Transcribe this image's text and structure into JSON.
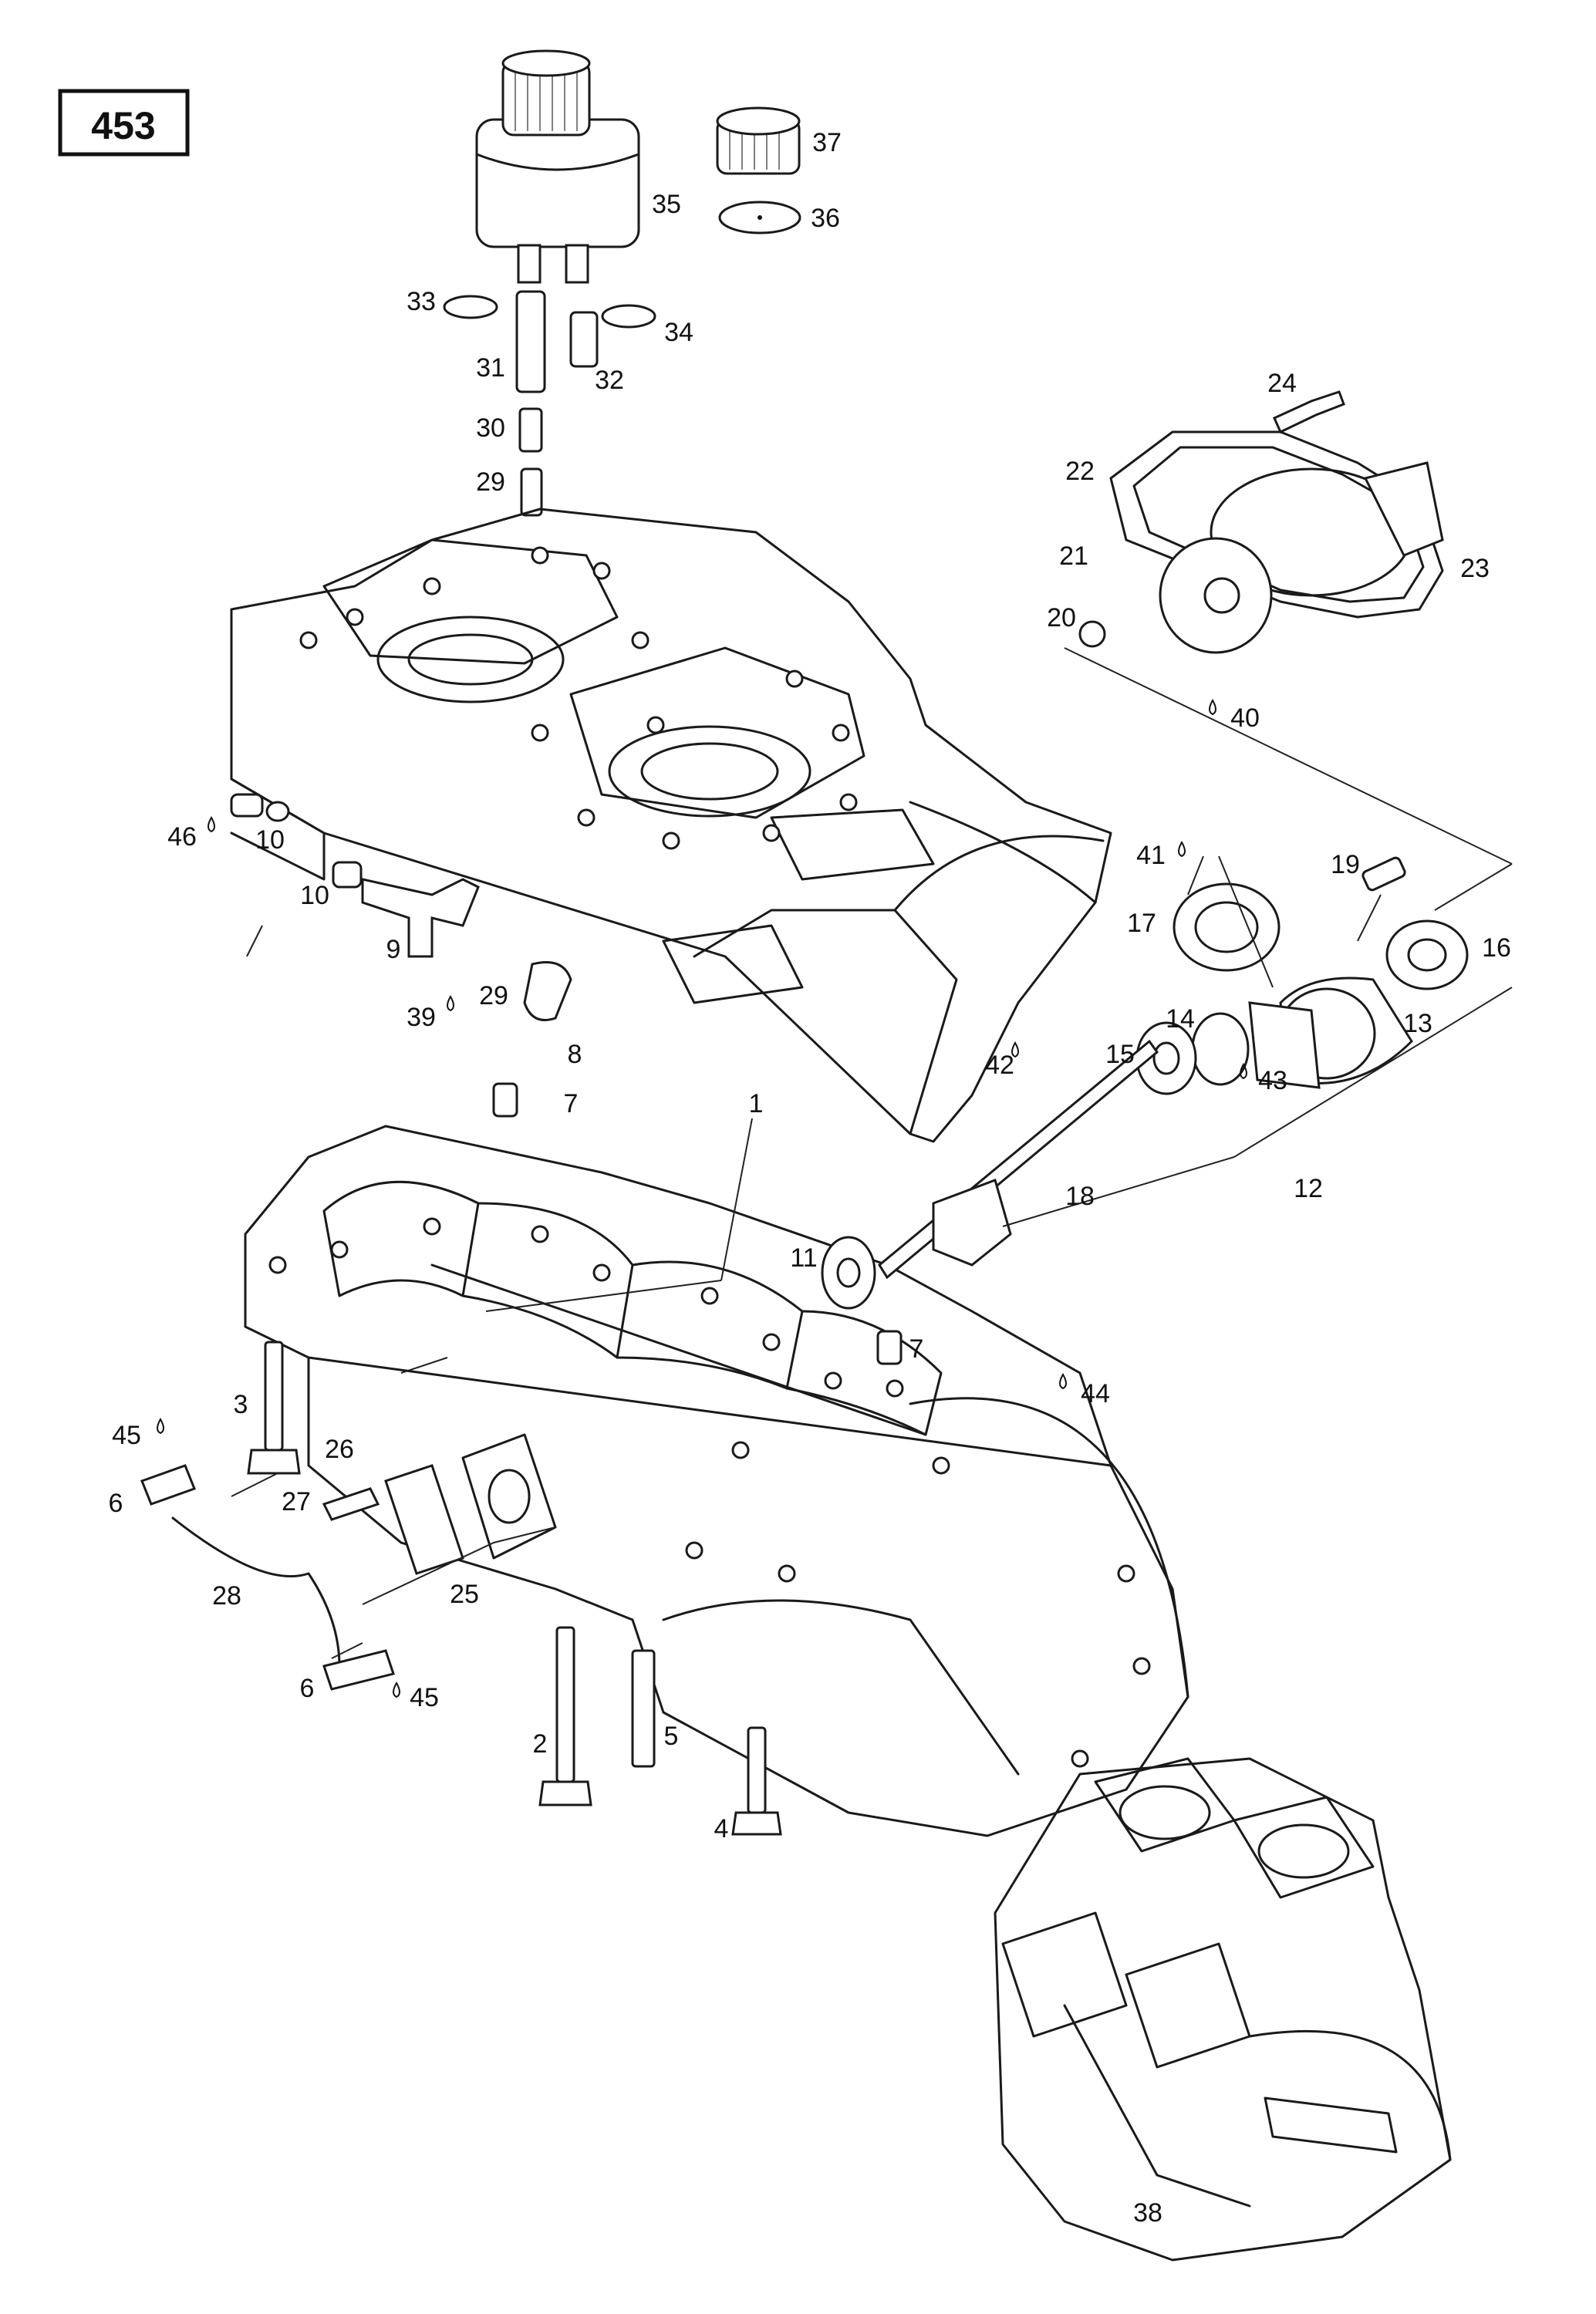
{
  "page_number": "453",
  "callouts": [
    {
      "id": "c1",
      "label": "1"
    },
    {
      "id": "c2",
      "label": "2"
    },
    {
      "id": "c3",
      "label": "3"
    },
    {
      "id": "c4",
      "label": "4"
    },
    {
      "id": "c5",
      "label": "5"
    },
    {
      "id": "c6a",
      "label": "6"
    },
    {
      "id": "c6b",
      "label": "6"
    },
    {
      "id": "c7a",
      "label": "7"
    },
    {
      "id": "c7b",
      "label": "7"
    },
    {
      "id": "c8",
      "label": "8"
    },
    {
      "id": "c9",
      "label": "9"
    },
    {
      "id": "c10a",
      "label": "10"
    },
    {
      "id": "c10b",
      "label": "10"
    },
    {
      "id": "c11",
      "label": "11"
    },
    {
      "id": "c12",
      "label": "12"
    },
    {
      "id": "c13",
      "label": "13"
    },
    {
      "id": "c14",
      "label": "14"
    },
    {
      "id": "c15",
      "label": "15"
    },
    {
      "id": "c16",
      "label": "16"
    },
    {
      "id": "c17",
      "label": "17"
    },
    {
      "id": "c18",
      "label": "18"
    },
    {
      "id": "c19",
      "label": "19"
    },
    {
      "id": "c20",
      "label": "20"
    },
    {
      "id": "c21",
      "label": "21"
    },
    {
      "id": "c22",
      "label": "22"
    },
    {
      "id": "c23",
      "label": "23"
    },
    {
      "id": "c24",
      "label": "24"
    },
    {
      "id": "c25",
      "label": "25"
    },
    {
      "id": "c26",
      "label": "26"
    },
    {
      "id": "c27",
      "label": "27"
    },
    {
      "id": "c28",
      "label": "28"
    },
    {
      "id": "c29a",
      "label": "29"
    },
    {
      "id": "c29b",
      "label": "29"
    },
    {
      "id": "c30",
      "label": "30"
    },
    {
      "id": "c31",
      "label": "31"
    },
    {
      "id": "c32",
      "label": "32"
    },
    {
      "id": "c33",
      "label": "33"
    },
    {
      "id": "c34",
      "label": "34"
    },
    {
      "id": "c35",
      "label": "35"
    },
    {
      "id": "c36",
      "label": "36"
    },
    {
      "id": "c37",
      "label": "37"
    },
    {
      "id": "c38",
      "label": "38"
    },
    {
      "id": "c39",
      "label": "39"
    },
    {
      "id": "c40",
      "label": "40"
    },
    {
      "id": "c41",
      "label": "41"
    },
    {
      "id": "c42",
      "label": "42"
    },
    {
      "id": "c43",
      "label": "43"
    },
    {
      "id": "c44",
      "label": "44"
    },
    {
      "id": "c45a",
      "label": "45"
    },
    {
      "id": "c45b",
      "label": "45"
    },
    {
      "id": "c46",
      "label": "46"
    }
  ]
}
